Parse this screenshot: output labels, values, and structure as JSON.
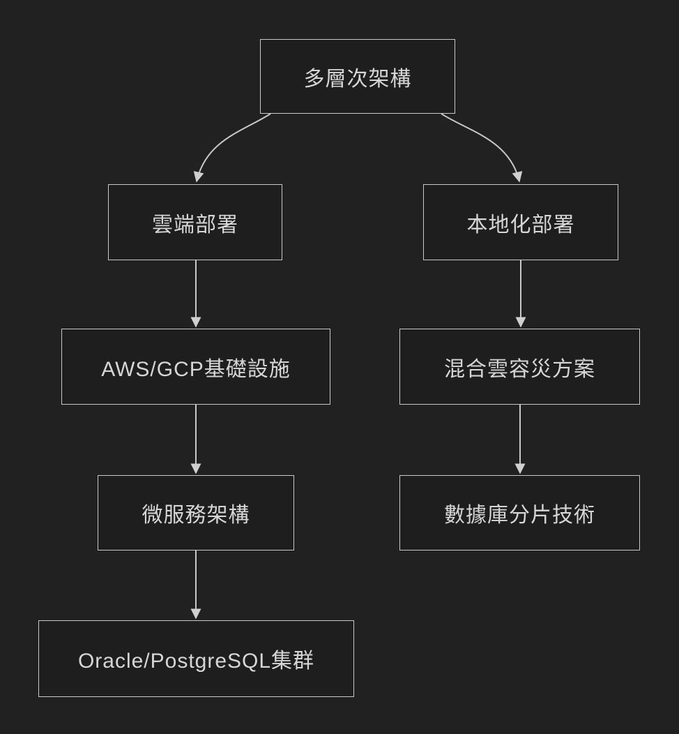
{
  "diagram": {
    "type": "flowchart",
    "direction": "top-down",
    "nodes": [
      {
        "id": "multi-tier-architecture",
        "label": "多層次架構"
      },
      {
        "id": "cloud-deployment",
        "label": "雲端部署"
      },
      {
        "id": "onprem-deployment",
        "label": "本地化部署"
      },
      {
        "id": "aws-gcp-infrastructure",
        "label": "AWS/GCP基礎設施"
      },
      {
        "id": "hybrid-cloud-dr",
        "label": "混合雲容災方案"
      },
      {
        "id": "microservices-architecture",
        "label": "微服務架構"
      },
      {
        "id": "database-sharding",
        "label": "數據庫分片技術"
      },
      {
        "id": "oracle-postgresql-cluster",
        "label": "Oracle/PostgreSQL集群"
      }
    ],
    "edges": [
      {
        "from": "multi-tier-architecture",
        "to": "cloud-deployment"
      },
      {
        "from": "multi-tier-architecture",
        "to": "onprem-deployment"
      },
      {
        "from": "cloud-deployment",
        "to": "aws-gcp-infrastructure"
      },
      {
        "from": "aws-gcp-infrastructure",
        "to": "microservices-architecture"
      },
      {
        "from": "microservices-architecture",
        "to": "oracle-postgresql-cluster"
      },
      {
        "from": "onprem-deployment",
        "to": "hybrid-cloud-dr"
      },
      {
        "from": "hybrid-cloud-dr",
        "to": "database-sharding"
      }
    ],
    "colors": {
      "background": "#212121",
      "node_fill": "#1e1e1e",
      "node_border": "#c9c9c9",
      "text": "#d6d6d6",
      "arrow": "#d0d0d0"
    }
  }
}
